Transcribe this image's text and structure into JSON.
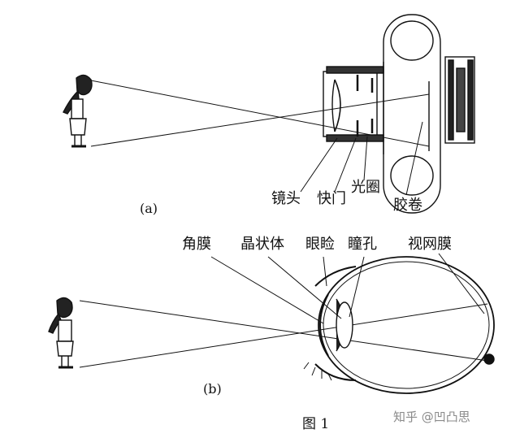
{
  "camera_diagram": {
    "sublabel": "(a)",
    "labels": {
      "lens": "镜头",
      "shutter": "快门",
      "aperture": "光圈",
      "film": "胶卷"
    }
  },
  "eye_diagram": {
    "sublabel": "(b)",
    "labels": {
      "cornea": "角膜",
      "crystalline_lens": "晶状体",
      "eyelid": "眼睑",
      "pupil": "瞳孔",
      "retina": "视网膜"
    }
  },
  "figure_caption": "图 1",
  "watermark": "知乎 @凹凸思"
}
